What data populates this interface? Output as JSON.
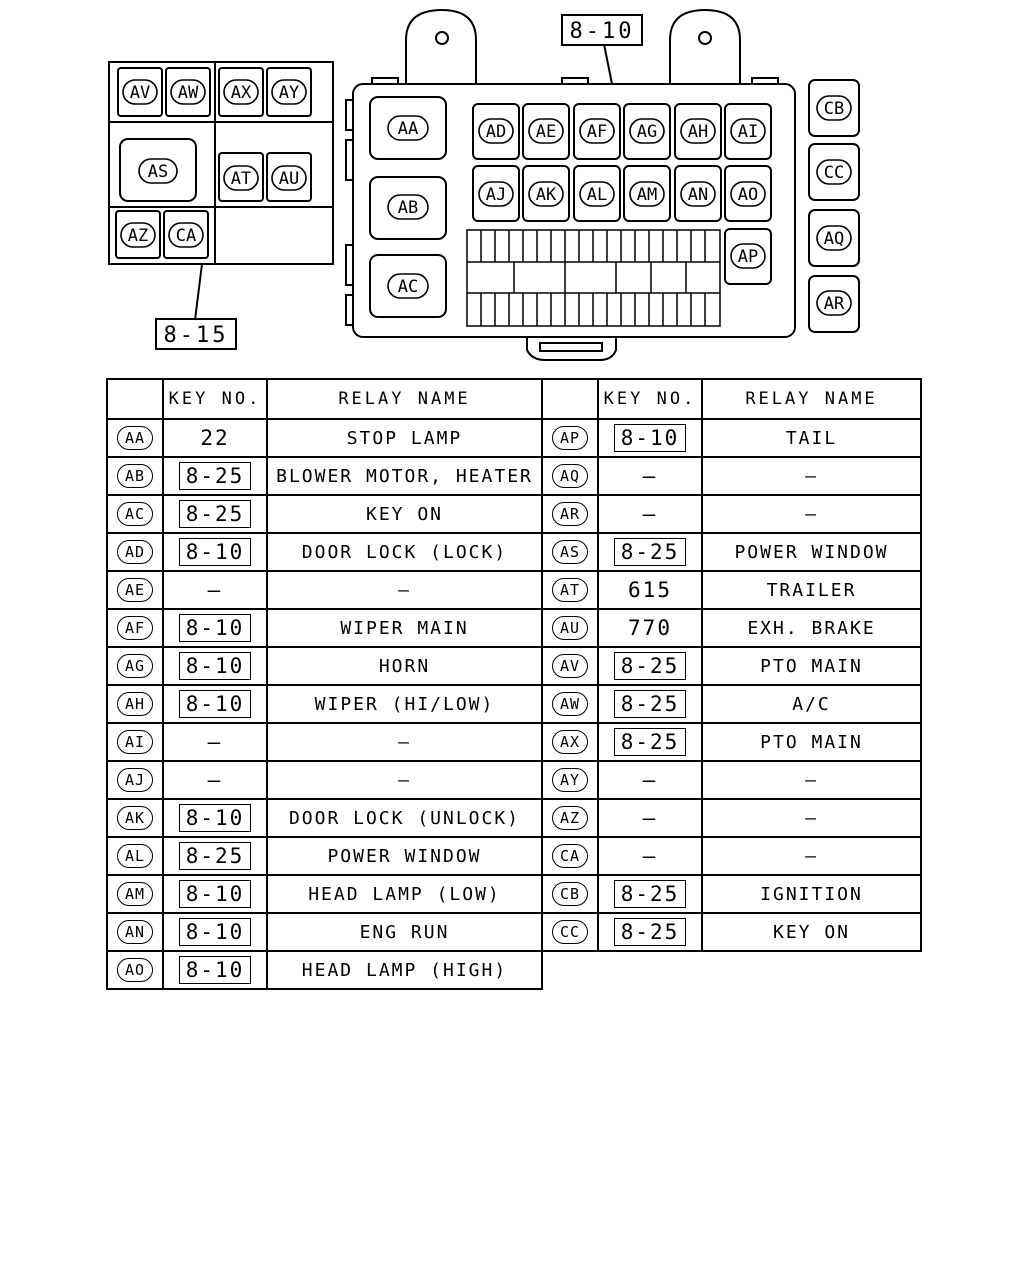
{
  "callouts": {
    "main_block": "8-10",
    "sub_block": "8-15"
  },
  "sub_block_relays": {
    "row1": [
      "AV",
      "AW",
      "AX",
      "AY"
    ],
    "middle_left": "AS",
    "middle_right": [
      "AT",
      "AU"
    ],
    "row3": [
      "AZ",
      "CA"
    ]
  },
  "main_block_relays": {
    "large_left": [
      "AA",
      "AB",
      "AC"
    ],
    "row1": [
      "AD",
      "AE",
      "AF",
      "AG",
      "AH",
      "AI"
    ],
    "row2": [
      "AJ",
      "AK",
      "AL",
      "AM",
      "AN",
      "AO"
    ],
    "single": "AP"
  },
  "side_relays": [
    "CB",
    "CC",
    "AQ",
    "AR"
  ],
  "table": {
    "headers": {
      "blank": "",
      "key_no": "KEY NO.",
      "relay_name": "RELAY NAME"
    },
    "left_rows": [
      {
        "id": "AA",
        "key": "22",
        "key_style": "plain",
        "name": "STOP LAMP"
      },
      {
        "id": "AB",
        "key": "8-25",
        "key_style": "boxed",
        "name": "BLOWER MOTOR, HEATER"
      },
      {
        "id": "AC",
        "key": "8-25",
        "key_style": "boxed",
        "name": "KEY ON"
      },
      {
        "id": "AD",
        "key": "8-10",
        "key_style": "boxed",
        "name": "DOOR LOCK (LOCK)"
      },
      {
        "id": "AE",
        "key": "—",
        "key_style": "dash",
        "name": "—"
      },
      {
        "id": "AF",
        "key": "8-10",
        "key_style": "boxed",
        "name": "WIPER MAIN"
      },
      {
        "id": "AG",
        "key": "8-10",
        "key_style": "boxed",
        "name": "HORN"
      },
      {
        "id": "AH",
        "key": "8-10",
        "key_style": "boxed",
        "name": "WIPER (HI/LOW)"
      },
      {
        "id": "AI",
        "key": "—",
        "key_style": "dash",
        "name": "—"
      },
      {
        "id": "AJ",
        "key": "—",
        "key_style": "dash",
        "name": "—"
      },
      {
        "id": "AK",
        "key": "8-10",
        "key_style": "boxed",
        "name": "DOOR LOCK (UNLOCK)"
      },
      {
        "id": "AL",
        "key": "8-25",
        "key_style": "boxed",
        "name": "POWER WINDOW"
      },
      {
        "id": "AM",
        "key": "8-10",
        "key_style": "boxed",
        "name": "HEAD LAMP (LOW)"
      },
      {
        "id": "AN",
        "key": "8-10",
        "key_style": "boxed",
        "name": "ENG RUN"
      },
      {
        "id": "AO",
        "key": "8-10",
        "key_style": "boxed",
        "name": "HEAD LAMP (HIGH)"
      }
    ],
    "right_rows": [
      {
        "id": "AP",
        "key": "8-10",
        "key_style": "boxed",
        "name": "TAIL"
      },
      {
        "id": "AQ",
        "key": "—",
        "key_style": "dash",
        "name": "—"
      },
      {
        "id": "AR",
        "key": "—",
        "key_style": "dash",
        "name": "—"
      },
      {
        "id": "AS",
        "key": "8-25",
        "key_style": "boxed",
        "name": "POWER WINDOW"
      },
      {
        "id": "AT",
        "key": "615",
        "key_style": "plain",
        "name": "TRAILER"
      },
      {
        "id": "AU",
        "key": "770",
        "key_style": "plain",
        "name": "EXH. BRAKE"
      },
      {
        "id": "AV",
        "key": "8-25",
        "key_style": "boxed",
        "name": "PTO MAIN"
      },
      {
        "id": "AW",
        "key": "8-25",
        "key_style": "boxed",
        "name": "A/C"
      },
      {
        "id": "AX",
        "key": "8-25",
        "key_style": "boxed",
        "name": "PTO MAIN"
      },
      {
        "id": "AY",
        "key": "—",
        "key_style": "dash",
        "name": "—"
      },
      {
        "id": "AZ",
        "key": "—",
        "key_style": "dash",
        "name": "—"
      },
      {
        "id": "CA",
        "key": "—",
        "key_style": "dash",
        "name": "—"
      },
      {
        "id": "CB",
        "key": "8-25",
        "key_style": "boxed",
        "name": "IGNITION"
      },
      {
        "id": "CC",
        "key": "8-25",
        "key_style": "boxed",
        "name": "KEY ON"
      }
    ]
  }
}
